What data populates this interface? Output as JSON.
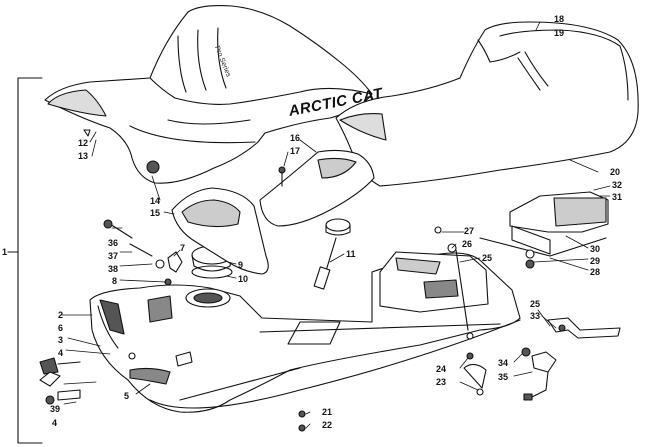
{
  "brand_logo_text": "ARCTIC CAT",
  "seat_sticker_text": "Pro Series",
  "part_numbers": {
    "n1": "1",
    "n2": "2",
    "n3": "3",
    "n4a": "4",
    "n4b": "4",
    "n5": "5",
    "n6": "6",
    "n7": "7",
    "n8": "8",
    "n9": "9",
    "n10": "10",
    "n11": "11",
    "n12": "12",
    "n13": "13",
    "n14": "14",
    "n15": "15",
    "n16": "16",
    "n17": "17",
    "n18": "18",
    "n19": "19",
    "n20": "20",
    "n21": "21",
    "n22": "22",
    "n23": "23",
    "n24": "24",
    "n25a": "25",
    "n25b": "25",
    "n26": "26",
    "n27": "27",
    "n28": "28",
    "n29": "29",
    "n30": "30",
    "n31": "31",
    "n32": "32",
    "n33": "33",
    "n34": "34",
    "n35": "35",
    "n36": "36",
    "n37": "37",
    "n38": "38",
    "n39": "39"
  }
}
